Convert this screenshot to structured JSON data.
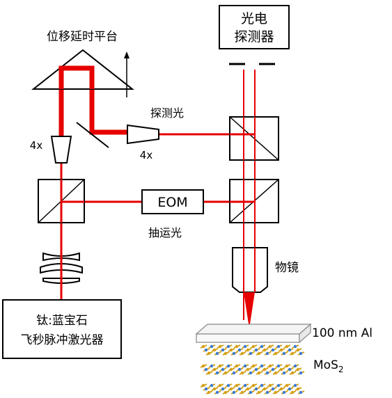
{
  "labels": {
    "photodetector_line1": "光电",
    "photodetector_line2": "探测器",
    "delay_stage": "位移延时平台",
    "probe_light": "探测光",
    "pump_light": "抽运光",
    "expander_left": "4x",
    "expander_right": "4x",
    "eom": "EOM",
    "objective": "物镜",
    "laser_line1": "钛:蓝宝石",
    "laser_line2": "飞秒脉冲激光器",
    "aluminum_layer": "100 nm Al",
    "mos2_base": "MoS",
    "mos2_sub": "2"
  },
  "colors": {
    "beam": "#e60000",
    "outline": "#000000",
    "mos2_atom_a": "#d4a017",
    "mos2_atom_b": "#3a7bd5"
  }
}
